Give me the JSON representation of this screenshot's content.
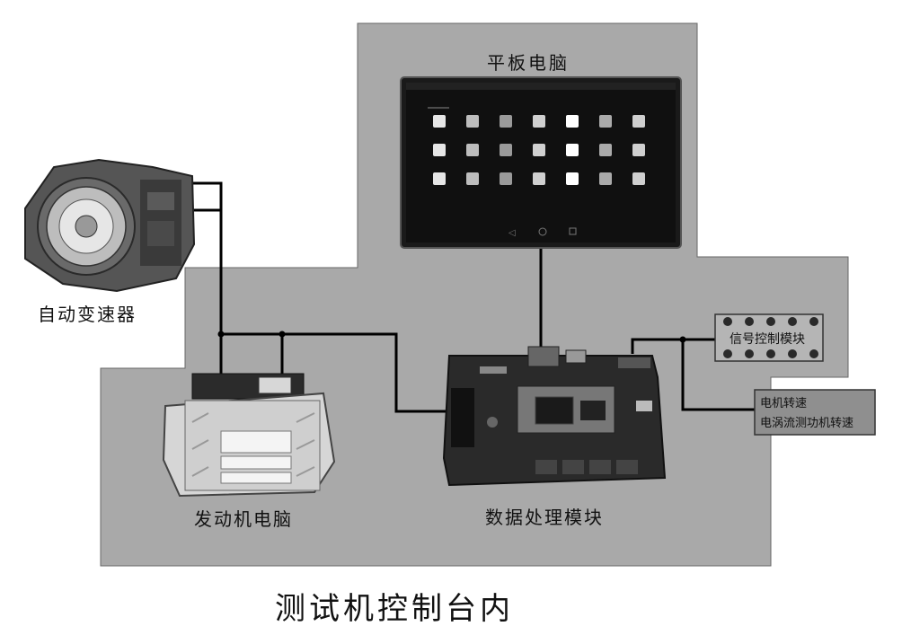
{
  "labels": {
    "tablet": "平板电脑",
    "transmission": "自动变速器",
    "ecu": "发动机电脑",
    "dpm": "数据处理模块",
    "signal": "信号控制模块",
    "motor_line1": "电机转速",
    "motor_line2": "电涡流测功机转速",
    "caption": "测试机控制台内"
  },
  "colors": {
    "console": "#a9a9a9",
    "wire": "#000000",
    "screen": "#1a1a1a",
    "module_box": "#b5b5b5",
    "speed_box": "#8f8f8f"
  }
}
